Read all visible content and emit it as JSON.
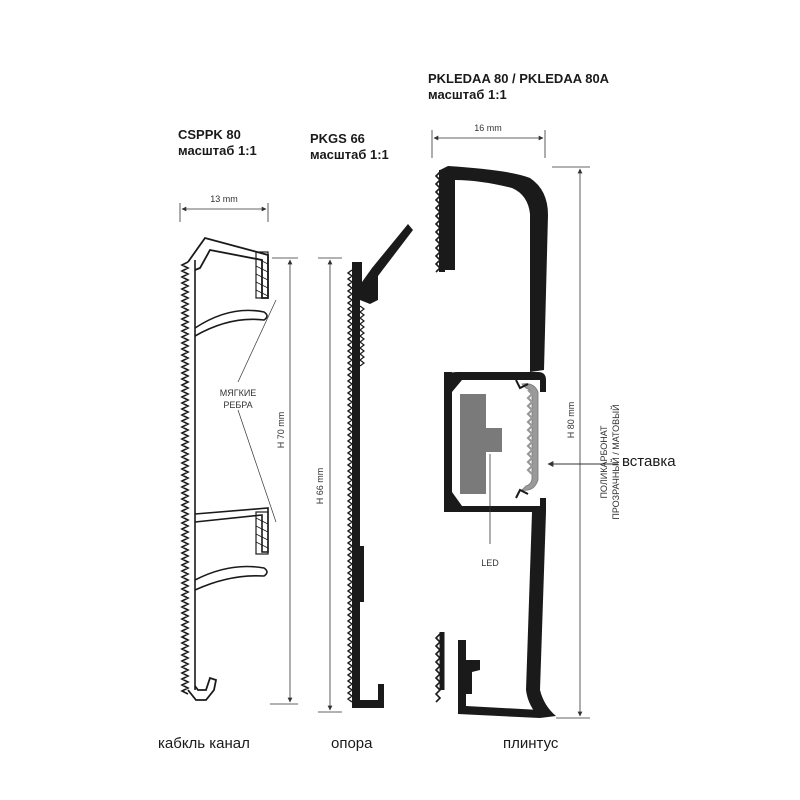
{
  "profiles": {
    "csppk": {
      "code": "CSPPK 80",
      "scale": "масштаб 1:1",
      "width_dim": "13 mm",
      "height_dim": "H 70 mm",
      "ribs_line1": "МЯГКИЕ",
      "ribs_line2": "РЕБРА",
      "caption": "кабкль канал"
    },
    "pkgs": {
      "code": "PKGS 66",
      "scale": "масштаб 1:1",
      "height_dim": "H 66 mm",
      "caption": "опора"
    },
    "pkledaa": {
      "code": "PKLEDAA 80 / PKLEDAA 80A",
      "scale": "масштаб 1:1",
      "width_dim": "16 mm",
      "height_dim": "H 80 mm",
      "led": "LED",
      "material_line1": "ПОЛИКАРБОНАТ",
      "material_line2": "ПРОЗРАЧНЫЙ / МАТОВЫЙ",
      "insert": "вставка",
      "caption": "плинтус"
    }
  },
  "colors": {
    "profile": "#1a1a1a",
    "insert": "#9a9a9a",
    "led": "#7a7a7a",
    "dim_line": "#333333"
  }
}
